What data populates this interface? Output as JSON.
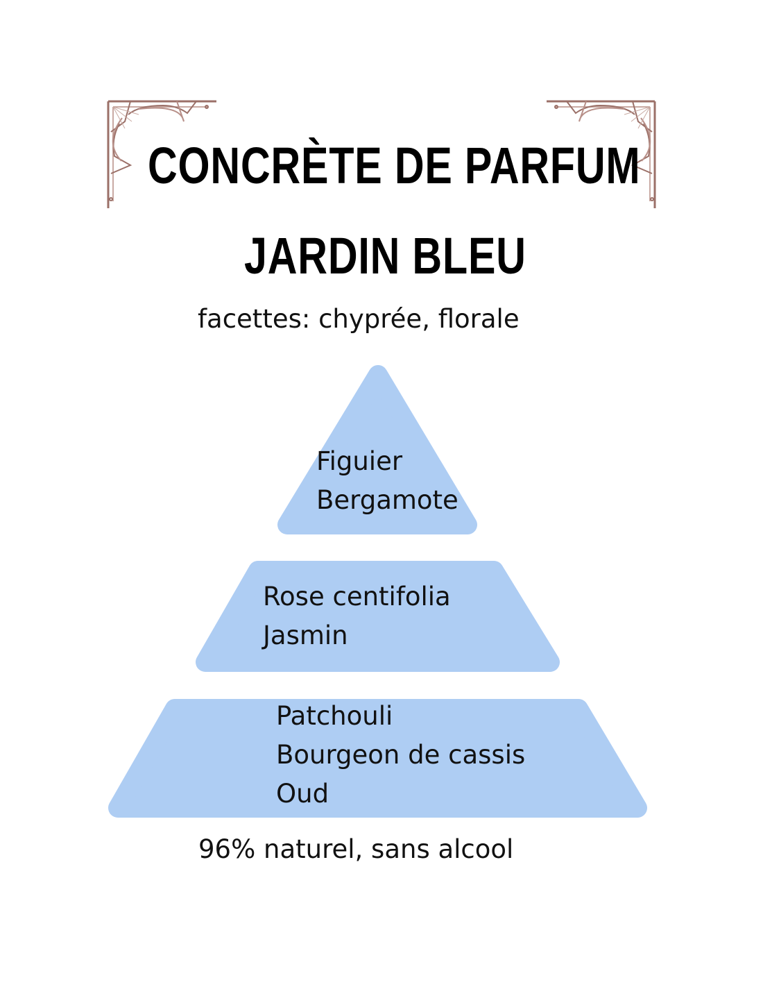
{
  "title": "CONCRÈTE DE PARFUM",
  "product_name": "JARDIN BLEU",
  "facets": "facettes: chyprée, florale",
  "pyramid": {
    "color": "#aecdf3",
    "top_notes": [
      "Figuier",
      "Bergamote"
    ],
    "heart_notes": [
      "Rose centifolia",
      "Jasmin"
    ],
    "base_notes": [
      "Patchouli",
      "Bourgeon de cassis",
      "Oud"
    ]
  },
  "footer": "96% naturel, sans alcool",
  "ornament_color": "#9b7068"
}
